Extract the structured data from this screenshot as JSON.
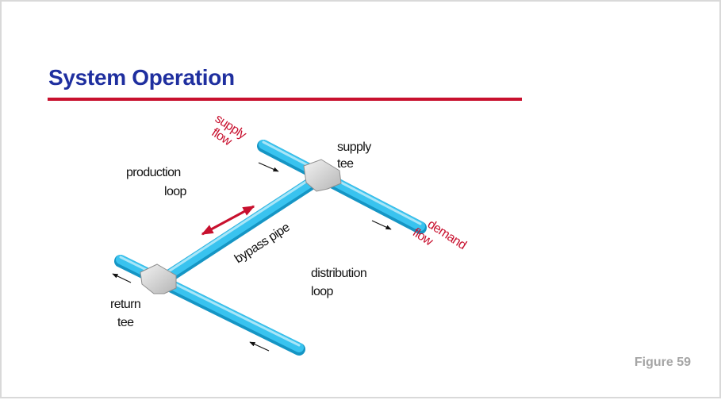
{
  "slide": {
    "title": "System Operation",
    "figure_label": "Figure 59",
    "accent_color": "#c8102e",
    "title_color": "#1f2f9f",
    "pipe_color": "#29b6e6"
  },
  "diagram": {
    "labels": {
      "supply_flow_1": "supply",
      "supply_flow_2": "flow",
      "supply_tee_1": "supply",
      "supply_tee_2": "tee",
      "production_loop_1": "production",
      "production_loop_2": "loop",
      "bypass_pipe": "bypass pipe",
      "demand_flow_1": "demand",
      "demand_flow_2": "flow",
      "distribution_loop_1": "distribution",
      "distribution_loop_2": "loop",
      "return_tee_1": "return",
      "return_tee_2": "tee"
    }
  }
}
